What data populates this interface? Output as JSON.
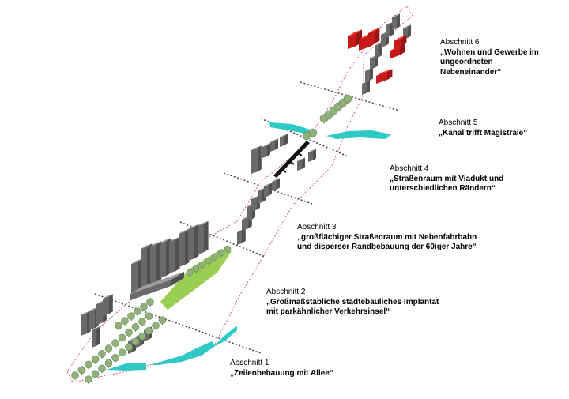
{
  "sections": [
    {
      "label": "Abschnitt 1",
      "lines": [
        "„Zeilenbebauung mit Allee“"
      ]
    },
    {
      "label": "Abschnitt 2",
      "lines": [
        "„Großmaßstäbliche städtebauliches Implantat",
        "mit parkähnlicher Verkehrsinsel“"
      ]
    },
    {
      "label": "Abschnitt 3",
      "lines": [
        "„großflächiger Straßenraum mit Nebenfahrbahn",
        "und disperser Randbebauung der 60iger Jahre“"
      ]
    },
    {
      "label": "Abschnitt 4",
      "lines": [
        "„Straßenraum mit Viadukt und",
        "unterschiedlichen Rändern“"
      ]
    },
    {
      "label": "Abschnitt 5",
      "lines": [
        "„Kanal trifft Magistrale“"
      ]
    },
    {
      "label": "Abschnitt 6",
      "lines": [
        "„Wohnen und Gewerbe im",
        "ungeordneten",
        "Nebeneinander“"
      ]
    }
  ],
  "colors": {
    "water": "#2ec9c4",
    "park": "#9acd52",
    "building": "#7d7d7d",
    "building_highlight": "#e8211e",
    "boundary": "#d6569c",
    "tree": "#8fb27a",
    "divider": "#444444"
  }
}
